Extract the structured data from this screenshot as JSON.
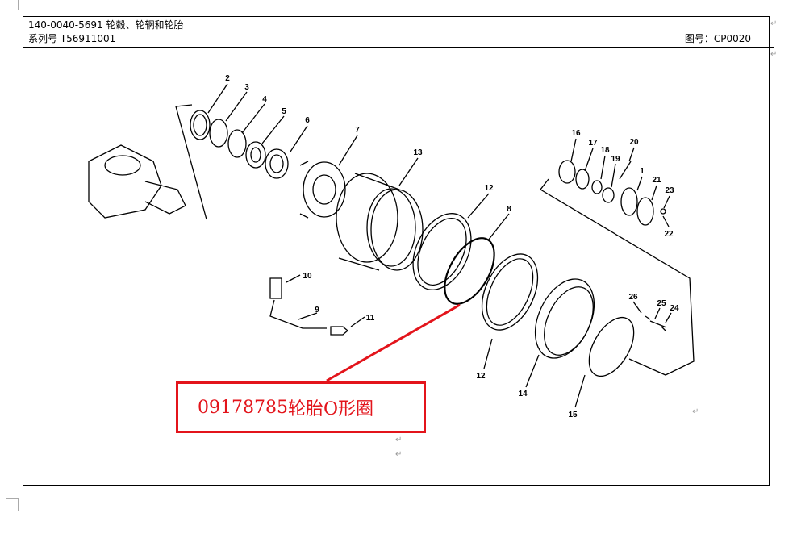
{
  "header": {
    "title": "140-0040-5691 轮毂、轮辋和轮胎",
    "series": "系列号 T56911001",
    "figure_no": "图号：CP0020"
  },
  "callouts": [
    "2",
    "3",
    "4",
    "5",
    "6",
    "7",
    "13",
    "12",
    "8",
    "16",
    "17",
    "18",
    "19",
    "20",
    "1",
    "21",
    "23",
    "22",
    "10",
    "9",
    "11",
    "26",
    "25",
    "24",
    "12",
    "14",
    "15"
  ],
  "highlight": {
    "part_no": "09178785",
    "part_name": "轮胎O形圈",
    "color": "#e3141b"
  },
  "paragraph_mark": "↵"
}
